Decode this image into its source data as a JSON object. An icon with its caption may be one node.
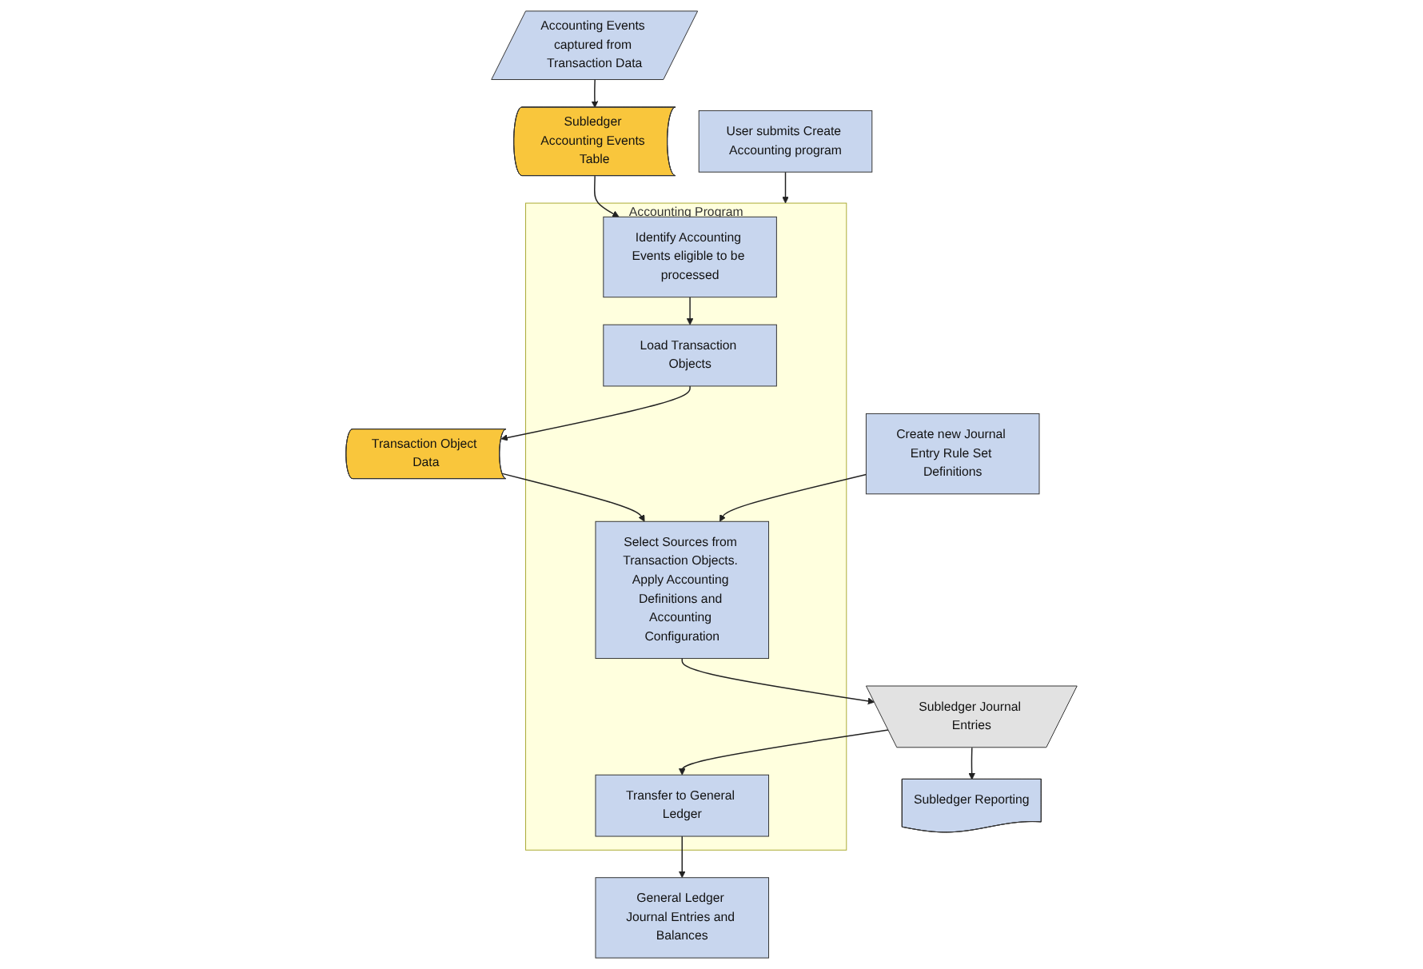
{
  "diagram": {
    "nodes": [
      {
        "text": [
          "Accounting Events captured from Transaction Data"
        ]
      },
      {
        "text": [
          "User submits Create Accounting program"
        ]
      },
      {
        "text": [
          "Accounting Program"
        ]
      },
      {
        "text": [
          "Subledger Accounting Events Table"
        ]
      },
      {
        "text": [
          "Identify Accounting Events eligible to be processed"
        ],
        "in": 2
      },
      {
        "text": [
          "Transaction Object Data"
        ]
      },
      {
        "text": [
          "Load Transaction Objects"
        ],
        "in": 2
      },
      {
        "text": [
          "Create new Journal Entry Rule Set Definitions"
        ]
      },
      {
        "text": [
          "Select Sources from Transaction Objects. Apply Accounting Definitions and Accounting Configuration"
        ],
        "in": 2
      },
      {
        "text": [
          "Subledger Journal Entries"
        ]
      },
      {
        "text": [
          "Transfer to General Ledger"
        ],
        "in": 2
      },
      {
        "text": [
          "Subledger Reporting"
        ]
      },
      {
        "text": [
          "General Ledger Journal Entries and Balances"
        ]
      }
    ],
    "edges": [
      {
        "from": 0,
        "to": 3,
        "arrow": "to"
      },
      {
        "from": 1,
        "to": 2,
        "arrow": "to"
      },
      {
        "from": 3,
        "to": 4,
        "arrow": "to"
      },
      {
        "from": 4,
        "to": 6,
        "arrow": "to"
      },
      {
        "from": 6,
        "to": 5,
        "arrow": "to"
      },
      {
        "from": 5,
        "to": 8,
        "arrow": "to"
      },
      {
        "from": 7,
        "to": 8,
        "arrow": "to"
      },
      {
        "from": 8,
        "to": 9,
        "arrow": "to"
      },
      {
        "from": 9,
        "to": 10,
        "arrow": "to"
      },
      {
        "from": 9,
        "to": 11,
        "arrow": "to"
      },
      {
        "from": 10,
        "to": 12,
        "arrow": "to"
      }
    ]
  }
}
